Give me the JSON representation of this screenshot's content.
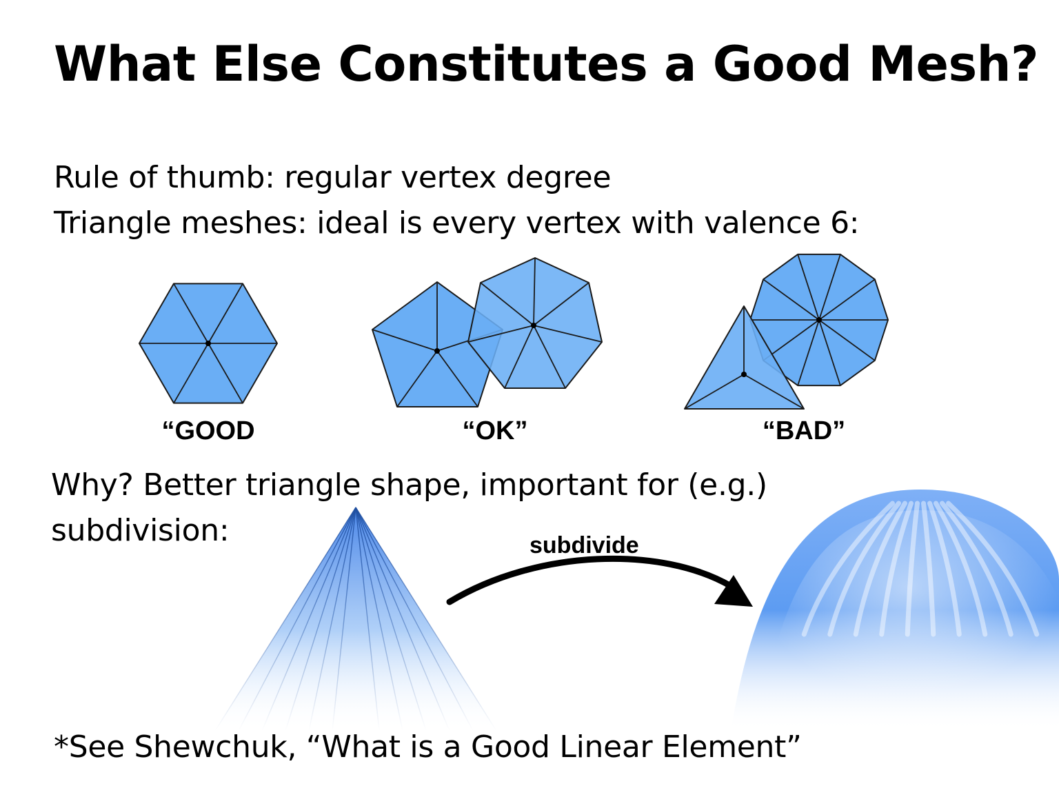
{
  "title": "What Else Constitutes a Good Mesh?",
  "rule_line": "Rule of thumb: regular vertex degree",
  "valence_line": "Triangle meshes: ideal is every vertex with valence 6:",
  "meshes": [
    {
      "label": "“GOOD",
      "valence": 6
    },
    {
      "label": "“OK”",
      "valences": [
        5,
        7
      ]
    },
    {
      "label": "“BAD”",
      "valences": [
        3,
        10
      ]
    }
  ],
  "why_line1": "Why? Better triangle shape, important for  (e.g.)",
  "why_line2": "subdivision:",
  "arrow_label": "subdivide",
  "footnote": "*See Shewchuk, “What is a Good Linear Element”",
  "colors": {
    "face_fill": "#6aaef5",
    "overlap_fill": "#4f98ee",
    "edge": "#1a1a1a",
    "cone_top": "#4a86e8",
    "dome_top": "#5d9cf2"
  }
}
